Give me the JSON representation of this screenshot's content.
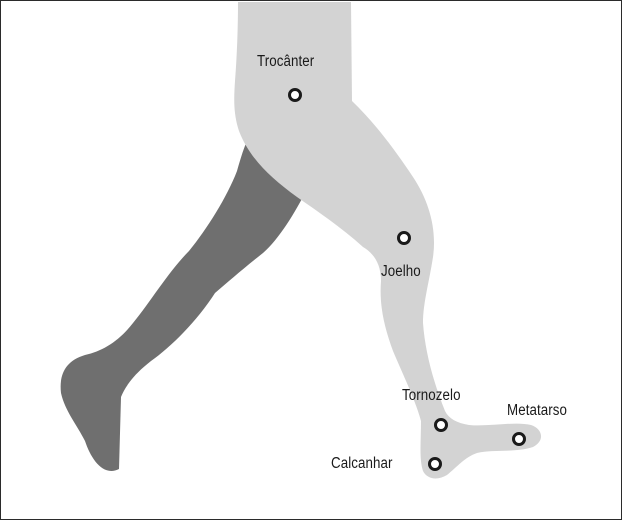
{
  "figure": {
    "colors": {
      "near_leg": "#d3d3d3",
      "far_leg": "#6f6f6f",
      "marker_stroke": "#1a1a1a",
      "frame": "#2b2b2b"
    },
    "markers": [
      {
        "id": "trocanter",
        "label": "Trocânter"
      },
      {
        "id": "joelho",
        "label": "Joelho"
      },
      {
        "id": "tornozelo",
        "label": "Tornozelo"
      },
      {
        "id": "metatarso",
        "label": "Metatarso"
      },
      {
        "id": "calcanhar",
        "label": "Calcanhar"
      }
    ]
  }
}
